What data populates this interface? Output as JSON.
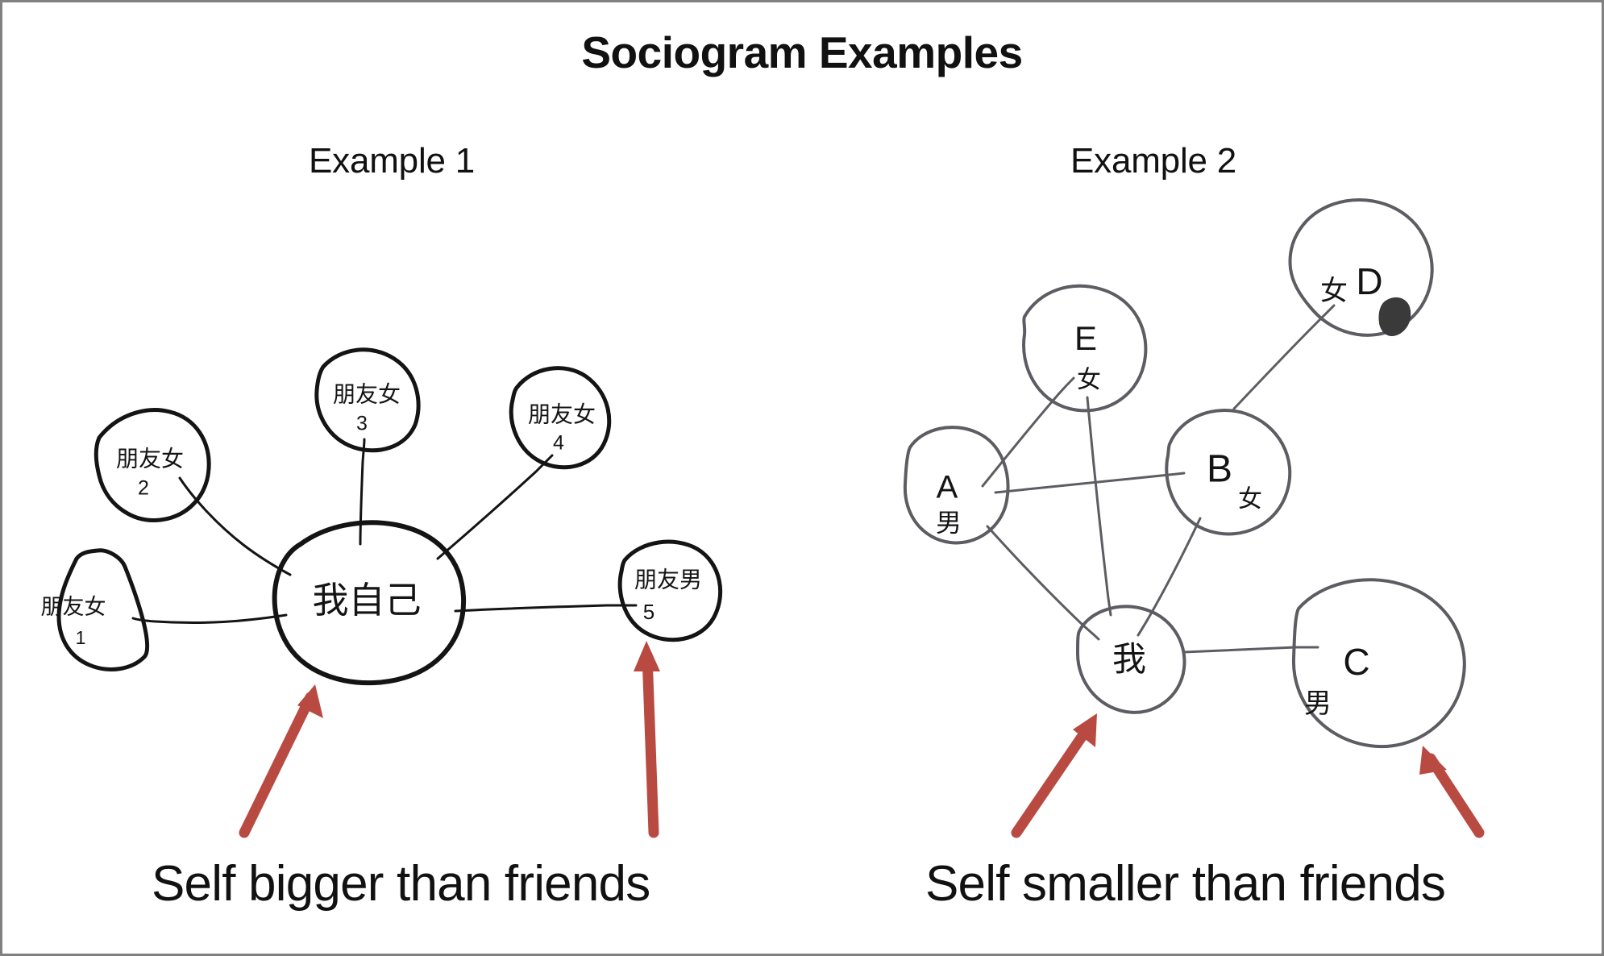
{
  "slide": {
    "title": "Sociogram Examples",
    "background_color": "#ffffff",
    "border_color": "#808080",
    "arrow_color": "#b94a42",
    "ink_dark_color": "#141414",
    "ink_light_color": "#5c5c62"
  },
  "examples": [
    {
      "heading": "Example 1",
      "caption": "Self bigger than friends",
      "center_node": {
        "label": "我自己",
        "number": ""
      },
      "nodes": [
        {
          "label": "朋友女",
          "number": "1"
        },
        {
          "label": "朋友女",
          "number": "2"
        },
        {
          "label": "朋友女",
          "number": "3"
        },
        {
          "label": "朋友女",
          "number": "4"
        },
        {
          "label": "朋友男",
          "number": "5"
        }
      ],
      "edges": [
        {
          "from": "我自己",
          "to": "朋友女1"
        },
        {
          "from": "我自己",
          "to": "朋友女2"
        },
        {
          "from": "我自己",
          "to": "朋友女3"
        },
        {
          "from": "我自己",
          "to": "朋友女4"
        },
        {
          "from": "我自己",
          "to": "朋友男5"
        }
      ],
      "annotation_arrows": [
        {
          "points_to": "我自己"
        },
        {
          "points_to": "朋友男5"
        }
      ]
    },
    {
      "heading": "Example 2",
      "caption": "Self smaller than friends",
      "center_node": {
        "label": "我",
        "number": ""
      },
      "nodes": [
        {
          "label": "A",
          "sub": "男"
        },
        {
          "label": "B",
          "sub": "女"
        },
        {
          "label": "C",
          "sub": "男"
        },
        {
          "label": "D",
          "sub": "女"
        },
        {
          "label": "E",
          "sub": "女"
        }
      ],
      "edges": [
        {
          "from": "A男",
          "to": "E女"
        },
        {
          "from": "A男",
          "to": "B女"
        },
        {
          "from": "A男",
          "to": "我"
        },
        {
          "from": "E女",
          "to": "我"
        },
        {
          "from": "B女",
          "to": "我"
        },
        {
          "from": "B女",
          "to": "D女"
        },
        {
          "from": "我",
          "to": "C男"
        }
      ],
      "annotation_arrows": [
        {
          "points_to": "我"
        },
        {
          "points_to": "C男"
        }
      ]
    }
  ]
}
